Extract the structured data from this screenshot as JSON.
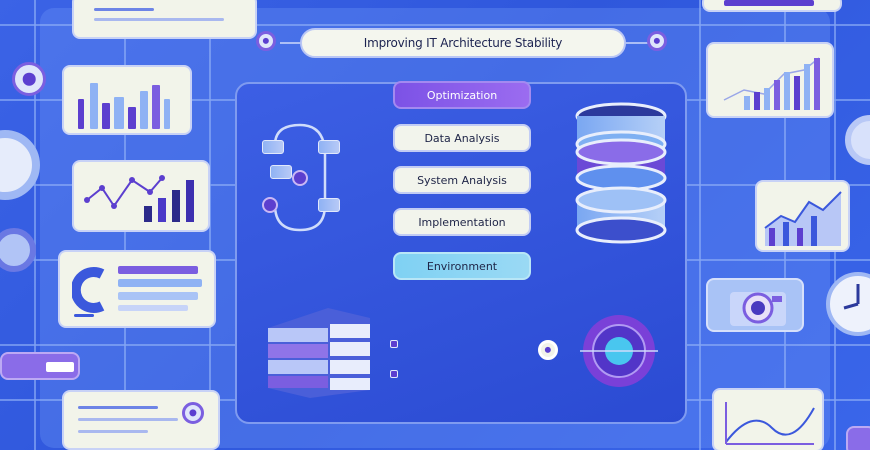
{
  "title": "Improving IT Architecture Stability",
  "steps": [
    {
      "label": "Optimization",
      "style": "accent-purple"
    },
    {
      "label": "Data Analysis",
      "style": "plain"
    },
    {
      "label": "System Analysis",
      "style": "plain"
    },
    {
      "label": "Implementation",
      "style": "plain"
    },
    {
      "label": "Environment",
      "style": "accent-cyan"
    }
  ],
  "colors": {
    "background": "#2f57dc",
    "card": "#f2f4ea",
    "purple": "#5c3fcf",
    "accent_purple": "#7c52e6",
    "accent_cyan": "#7fd1f3",
    "light_blue": "#8fb2f4"
  },
  "icons": {
    "database": "database-icon",
    "server": "server-stack-icon",
    "clock": "clock-icon",
    "camera": "camera-icon",
    "target": "target-icon"
  }
}
